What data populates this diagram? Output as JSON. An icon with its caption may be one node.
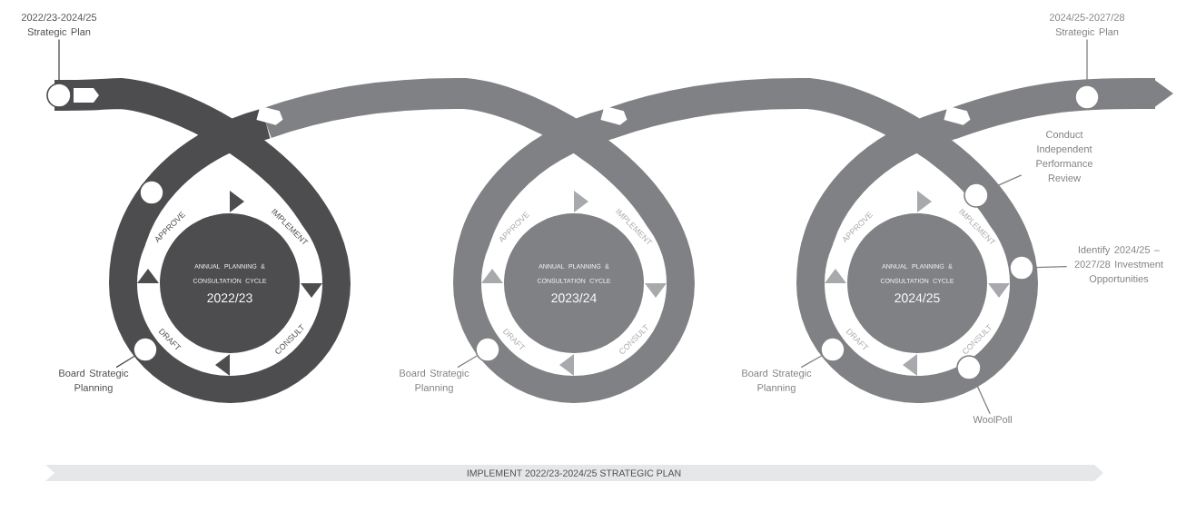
{
  "diagram": {
    "nodes": [
      {
        "text": [
          "2022/23-2024/25 Strategic Plan"
        ]
      },
      {
        "text": [],
        "shape": "circle"
      },
      {
        "text": [],
        "shape": "circle"
      },
      {
        "text": [
          "APPROVE",
          "IMPLEMENT",
          "CONSULT",
          "DRAFT"
        ]
      },
      {
        "text": [
          "ANNUAL PLANNING & CONSULTATION CYCLE",
          "2022/23"
        ],
        "in": 3
      },
      {
        "text": [],
        "shape": "circle"
      },
      {
        "text": [
          "Board Strategic Planning"
        ]
      },
      {
        "text": [
          "APPROVE",
          "IMPLEMENT",
          "CONSULT",
          "DRAFT"
        ]
      },
      {
        "text": [
          "ANNUAL PLANNING & CONSULTATION CYCLE",
          "2023/24"
        ],
        "in": 7
      },
      {
        "text": [],
        "shape": "circle"
      },
      {
        "text": [
          "Board Strategic Planning"
        ]
      },
      {
        "text": [
          "2024/25-2027/28 Strategic Plan"
        ]
      },
      {
        "text": [],
        "shape": "circle"
      },
      {
        "text": [
          "Conduct Independent Performance Review"
        ]
      },
      {
        "text": [],
        "shape": "circle"
      },
      {
        "text": [
          "APPROVE",
          "IMPLEMENT",
          "CONSULT",
          "DRAFT"
        ]
      },
      {
        "text": [
          "ANNUAL PLANNING & CONSULTATION CYCLE",
          "2024/25"
        ],
        "in": 15
      },
      {
        "text": [
          "Identify 2024/25 – 2027/28 Investment Opportunities"
        ]
      },
      {
        "text": [],
        "shape": "circle"
      },
      {
        "text": [],
        "shape": "circle"
      },
      {
        "text": [
          "Board Strategic Planning"
        ]
      },
      {
        "text": [],
        "shape": "circle"
      },
      {
        "text": [
          "WoolPoll"
        ]
      },
      {
        "text": [
          "IMPLEMENT 2022/23-2024/25 STRATEGIC PLAN"
        ]
      }
    ],
    "edges": [
      {
        "from": 0,
        "to": 1,
        "arrow": "none"
      },
      {
        "from": 6,
        "to": 5,
        "arrow": "none"
      },
      {
        "from": 10,
        "to": 9,
        "arrow": "none"
      },
      {
        "from": 11,
        "to": 12,
        "arrow": "none"
      },
      {
        "from": 13,
        "to": 14,
        "arrow": "none"
      },
      {
        "from": 17,
        "to": 18,
        "arrow": "none"
      },
      {
        "from": 20,
        "to": 19,
        "arrow": "none"
      },
      {
        "from": 22,
        "to": 21,
        "arrow": "none"
      }
    ]
  }
}
